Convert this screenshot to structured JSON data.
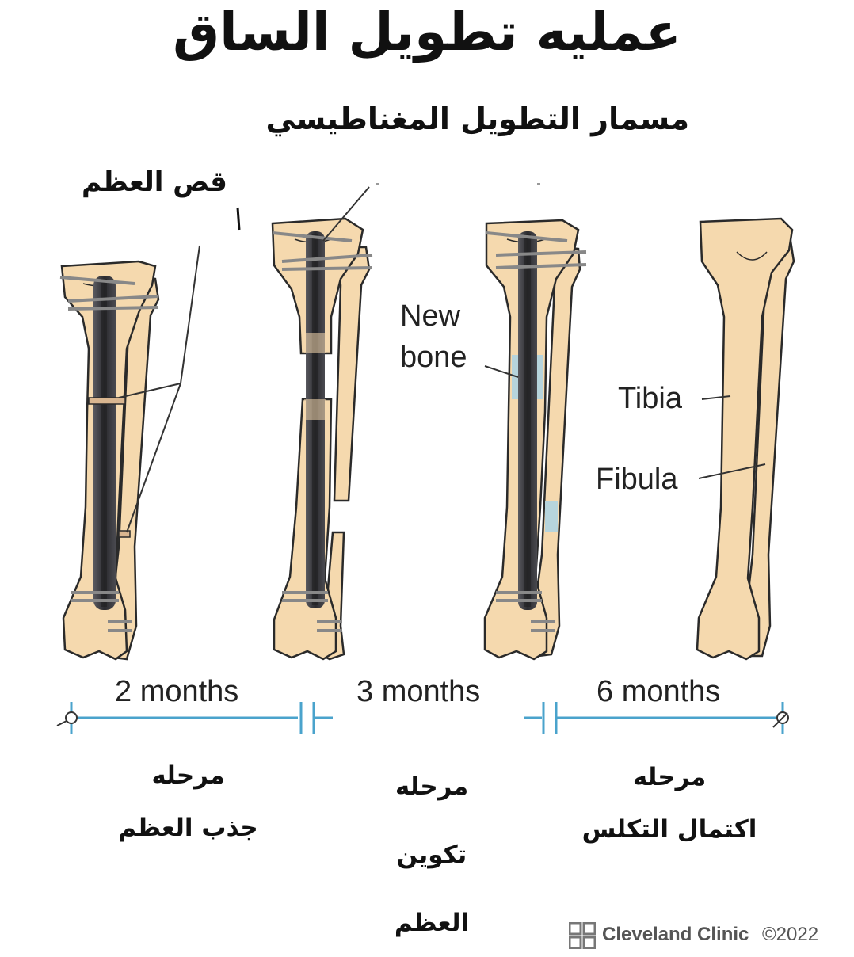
{
  "title": "عمليه تطويل الساق",
  "subtitle": "مسمار التطويل المغناطيسي",
  "labels": {
    "bone_cut": "قص العظم",
    "new_bone_line1": "New",
    "new_bone_line2": "bone",
    "tibia": "Tibia",
    "fibula": "Fibula"
  },
  "timeline": {
    "segments": [
      "2 months",
      "3 months",
      "6 months"
    ],
    "line_color": "#4aa3cc"
  },
  "stages": [
    {
      "line1": "مرحله",
      "line2": "جذب العظم"
    },
    {
      "line1": "مرحله",
      "line2": "تكوين",
      "line3": "العظم"
    },
    {
      "line1": "مرحله",
      "line2": "اكتمال التكلس"
    }
  ],
  "footer": {
    "brand": "Cleveland Clinic",
    "copyright": "©2022"
  },
  "colors": {
    "bone_fill": "#f5d9ae",
    "bone_outline": "#2a2a2a",
    "rod": "#3b3b40",
    "new_bone": "#b6d4dc",
    "leader": "#333333"
  }
}
